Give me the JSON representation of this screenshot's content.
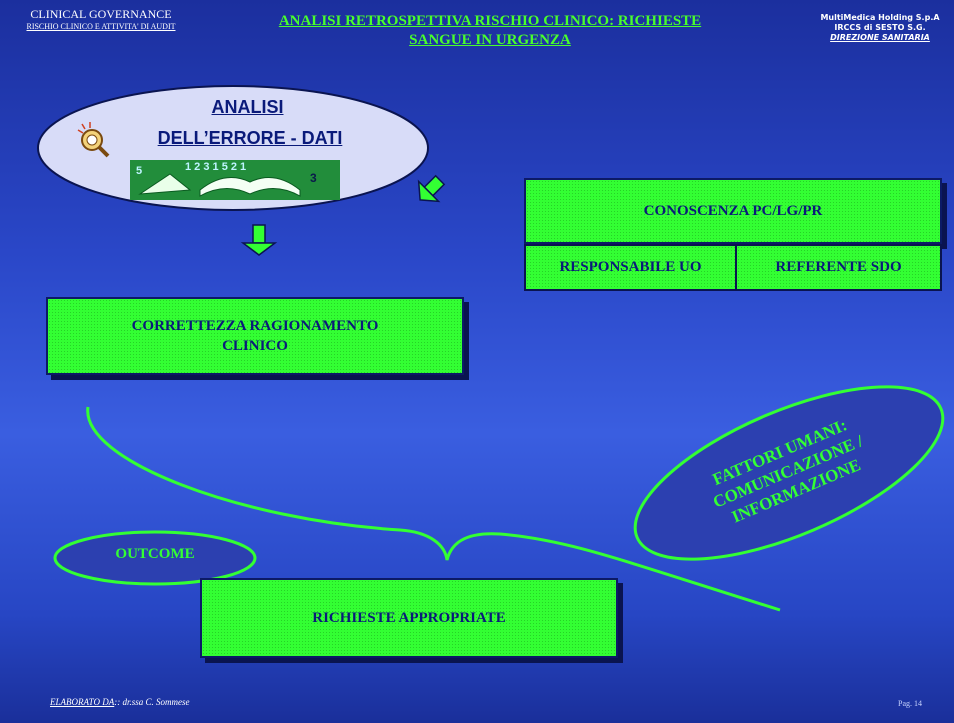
{
  "header": {
    "left_line1": "CLINICAL GOVERNANCE",
    "left_line2": "RISCHIO CLINICO E ATTIVITA' DI AUDIT",
    "title_line1": "ANALISI RETROSPETTIVA RISCHIO CLINICO: RICHIESTE",
    "title_line2": "SANGUE IN URGENZA",
    "right_line1": "MultiMedica Holding S.p.A",
    "right_line2": "IRCCS di SESTO S.G.",
    "right_line3": "DIREZIONE SANITARIA"
  },
  "analisi": {
    "line1": "ANALISI",
    "line2": "DELL’ERRORE - DATI"
  },
  "boxes": {
    "conoscenza": "CONOSCENZA PC/LG/PR",
    "responsabile": "RESPONSABILE UO",
    "referente": "REFERENTE SDO",
    "correttezza_line1": "CORRETTEZZA RAGIONAMENTO",
    "correttezza_line2": "CLINICO",
    "richieste": "RICHIESTE APPROPRIATE"
  },
  "ellipses": {
    "outcome": "OUTCOME",
    "fattori_line1": "FATTORI UMANI:",
    "fattori_line2": "COMUNICAZIONE /",
    "fattori_line3": "INFORMAZIONE"
  },
  "footer": {
    "elaborato_label": "ELABORATO DA",
    "elaborato_rest": ":: dr.ssa C. Sommese",
    "page": "Pag.  14"
  },
  "colors": {
    "background": "#2a47c8",
    "green": "#33ff33",
    "title_green": "#49ff2c",
    "navy_text": "#0a1a7a",
    "ellipse_light": "#d8dcf8",
    "ellipse_dark": "#2c40b0"
  }
}
